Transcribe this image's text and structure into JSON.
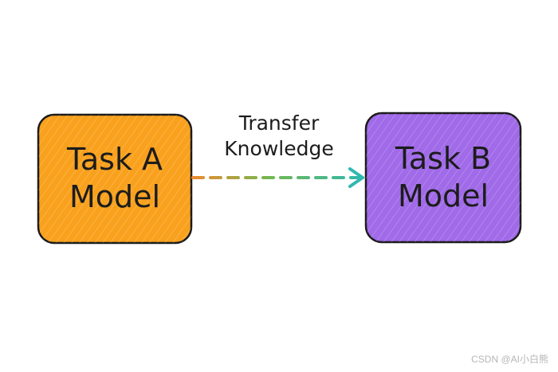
{
  "diagram": {
    "source_box": {
      "line1": "Task A",
      "line2": "Model",
      "fill": "#f9a11d",
      "stroke": "#1b1b1b"
    },
    "target_box": {
      "line1": "Task B",
      "line2": "Model",
      "fill": "#a06ae8",
      "stroke": "#1b1b1b"
    },
    "arrow": {
      "line1": "Transfer",
      "line2": "Knowledge",
      "color_start": "#f08a2e",
      "color_mid": "#72b850",
      "color_end": "#2fb8b0"
    }
  },
  "watermark": "CSDN @AI小白熊"
}
